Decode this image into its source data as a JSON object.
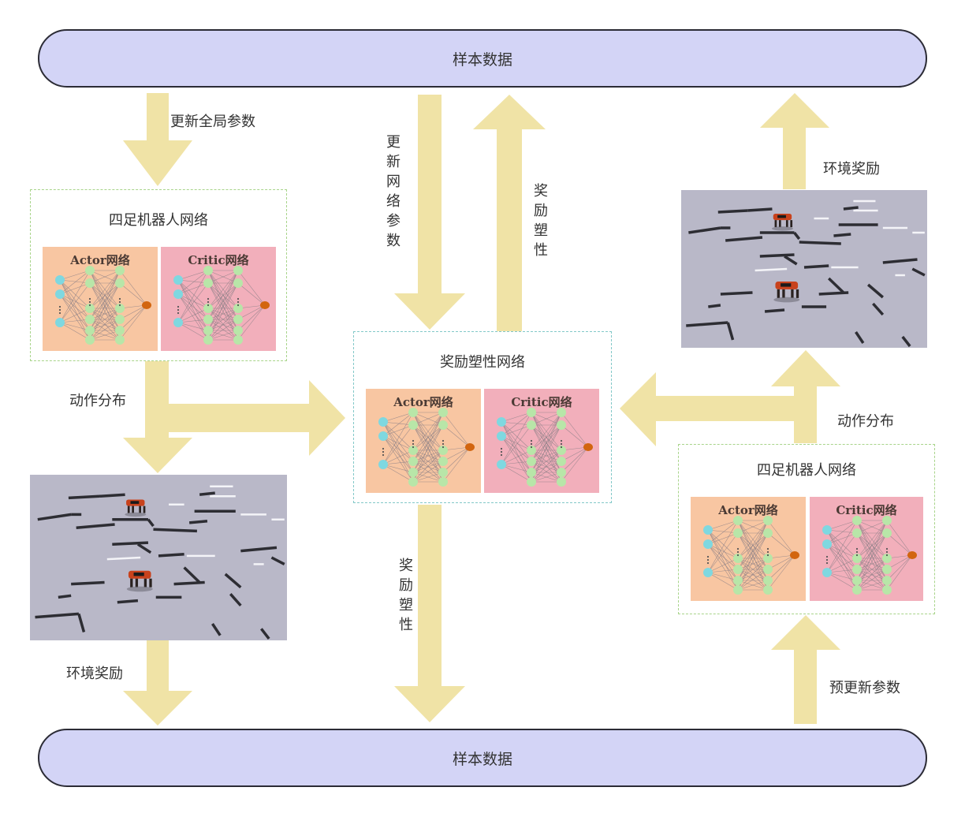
{
  "top_bar": {
    "label": "样本数据"
  },
  "bottom_bar": {
    "label": "样本数据"
  },
  "colors": {
    "bar_fill": "#d3d4f6",
    "arrow_fill": "#f0e3a6",
    "actor_panel": "#f8c6a2",
    "critic_panel": "#f2afbb",
    "input_node": "#7fd8e0",
    "hidden_node": "#b8e6a8",
    "output_node": "#d2650f",
    "robot_box_border": "#a8d48a",
    "shaping_box_border": "#82c8c8",
    "terrain": "#b9b8c8"
  },
  "labels": {
    "update_global_params": "更新全局参数",
    "update_network_params": "更新网络参数",
    "reward_shaping_up": "奖励塑性",
    "reward_shaping_down": "奖励塑性",
    "env_reward_left": "环境奖励",
    "env_reward_right": "环境奖励",
    "action_dist_left": "动作分布",
    "action_dist_right": "动作分布",
    "pre_update_params": "预更新参数"
  },
  "boxes": {
    "robot_left": {
      "title": "四足机器人网络",
      "actor": "Actor网络",
      "critic": "Critic网络"
    },
    "shaping_center": {
      "title": "奖励塑性网络",
      "actor": "Actor网络",
      "critic": "Critic网络"
    },
    "robot_right": {
      "title": "四足机器人网络",
      "actor": "Actor网络",
      "critic": "Critic网络"
    }
  },
  "scenes": {
    "left": {
      "description": "quadruped-robots-on-stepped-terrain"
    },
    "right": {
      "description": "quadruped-robots-on-stepped-terrain"
    }
  }
}
